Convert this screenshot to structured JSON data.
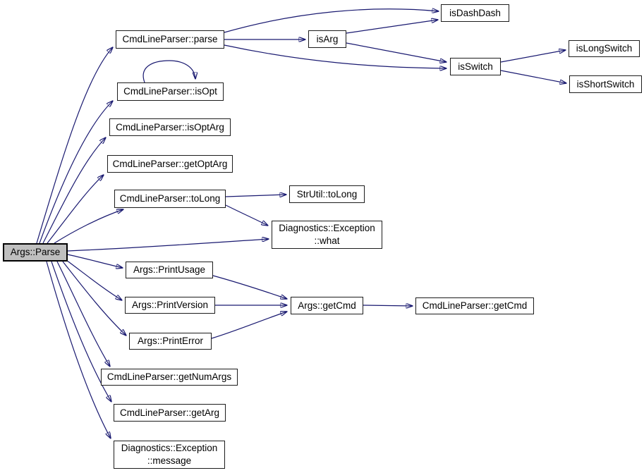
{
  "diagram": {
    "type": "call-graph",
    "colors": {
      "edge": "#191970",
      "node_fill": "#ffffff",
      "node_border": "#1c1c1c",
      "highlight_fill": "#bfbfbf",
      "background": "#ffffff",
      "text": "#000000"
    },
    "nodes": [
      {
        "id": "args-parse",
        "line1": "Args::Parse",
        "highlighted": true
      },
      {
        "id": "cmdlineparser-parse",
        "line1": "CmdLineParser::parse"
      },
      {
        "id": "isdashdash",
        "line1": "isDashDash"
      },
      {
        "id": "isarg",
        "line1": "isArg"
      },
      {
        "id": "isswitch",
        "line1": "isSwitch"
      },
      {
        "id": "islongswitch",
        "line1": "isLongSwitch"
      },
      {
        "id": "isshortswitch",
        "line1": "isShortSwitch"
      },
      {
        "id": "cmdlineparser-isopt",
        "line1": "CmdLineParser::isOpt"
      },
      {
        "id": "cmdlineparser-isoptarg",
        "line1": "CmdLineParser::isOptArg"
      },
      {
        "id": "cmdlineparser-getoptarg",
        "line1": "CmdLineParser::getOptArg"
      },
      {
        "id": "cmdlineparser-tolong",
        "line1": "CmdLineParser::toLong"
      },
      {
        "id": "strutil-tolong",
        "line1": "StrUtil::toLong"
      },
      {
        "id": "diagnostics-exception-what",
        "line1": "Diagnostics::Exception",
        "line2": "::what"
      },
      {
        "id": "args-printusage",
        "line1": "Args::PrintUsage"
      },
      {
        "id": "args-printversion",
        "line1": "Args::PrintVersion"
      },
      {
        "id": "args-printerror",
        "line1": "Args::PrintError"
      },
      {
        "id": "args-getcmd",
        "line1": "Args::getCmd"
      },
      {
        "id": "cmdlineparser-getcmd",
        "line1": "CmdLineParser::getCmd"
      },
      {
        "id": "cmdlineparser-getnumargs",
        "line1": "CmdLineParser::getNumArgs"
      },
      {
        "id": "cmdlineparser-getarg",
        "line1": "CmdLineParser::getArg"
      },
      {
        "id": "diagnostics-exception-message",
        "line1": "Diagnostics::Exception",
        "line2": "::message"
      }
    ],
    "edges": [
      {
        "from": "Args::Parse",
        "to": "CmdLineParser::parse"
      },
      {
        "from": "Args::Parse",
        "to": "CmdLineParser::isOpt"
      },
      {
        "from": "Args::Parse",
        "to": "CmdLineParser::isOptArg"
      },
      {
        "from": "Args::Parse",
        "to": "CmdLineParser::getOptArg"
      },
      {
        "from": "Args::Parse",
        "to": "CmdLineParser::toLong"
      },
      {
        "from": "Args::Parse",
        "to": "Diagnostics::Exception::what"
      },
      {
        "from": "Args::Parse",
        "to": "Args::PrintUsage"
      },
      {
        "from": "Args::Parse",
        "to": "Args::PrintVersion"
      },
      {
        "from": "Args::Parse",
        "to": "Args::PrintError"
      },
      {
        "from": "Args::Parse",
        "to": "CmdLineParser::getNumArgs"
      },
      {
        "from": "Args::Parse",
        "to": "CmdLineParser::getArg"
      },
      {
        "from": "Args::Parse",
        "to": "Diagnostics::Exception::message"
      },
      {
        "from": "CmdLineParser::parse",
        "to": "isDashDash"
      },
      {
        "from": "CmdLineParser::parse",
        "to": "isArg"
      },
      {
        "from": "CmdLineParser::parse",
        "to": "isSwitch"
      },
      {
        "from": "isArg",
        "to": "isDashDash"
      },
      {
        "from": "isArg",
        "to": "isSwitch"
      },
      {
        "from": "isSwitch",
        "to": "isLongSwitch"
      },
      {
        "from": "isSwitch",
        "to": "isShortSwitch"
      },
      {
        "from": "CmdLineParser::isOpt",
        "to": "CmdLineParser::isOpt"
      },
      {
        "from": "CmdLineParser::toLong",
        "to": "StrUtil::toLong"
      },
      {
        "from": "CmdLineParser::toLong",
        "to": "Diagnostics::Exception::what"
      },
      {
        "from": "Args::PrintUsage",
        "to": "Args::getCmd"
      },
      {
        "from": "Args::PrintVersion",
        "to": "Args::getCmd"
      },
      {
        "from": "Args::PrintError",
        "to": "Args::getCmd"
      },
      {
        "from": "Args::getCmd",
        "to": "CmdLineParser::getCmd"
      }
    ]
  }
}
